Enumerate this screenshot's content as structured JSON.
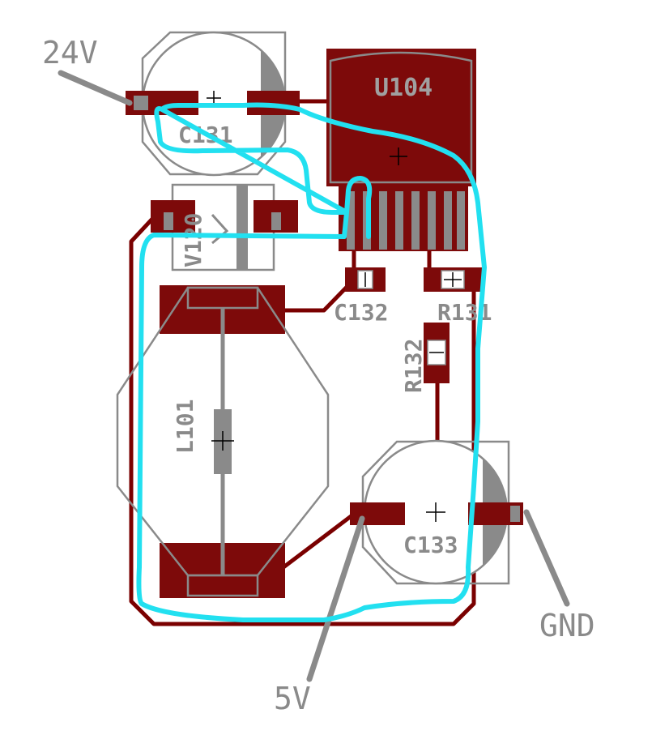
{
  "labels": {
    "net_24v": "24V",
    "net_5v": "5V",
    "net_gnd": "GND"
  },
  "components": {
    "c131": "C131",
    "u104": "U104",
    "v120": "V120",
    "c132": "C132",
    "r131": "R131",
    "r132": "R132",
    "l101": "L101",
    "c133": "C133"
  },
  "colors": {
    "copper": "#7d0a0a",
    "silkscreen": "#8a8a8a",
    "annotation_loop": "#22e0f0"
  }
}
